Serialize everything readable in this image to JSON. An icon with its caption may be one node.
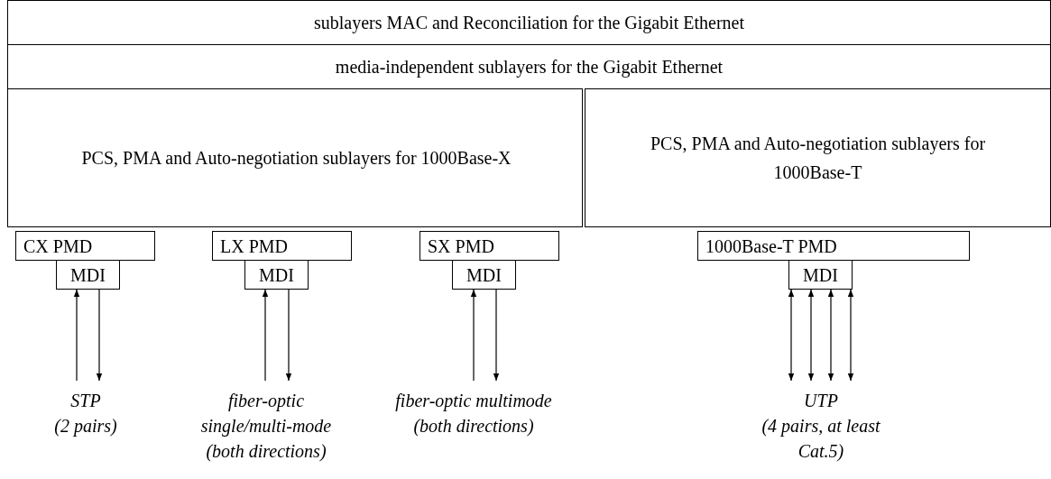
{
  "diagram": {
    "nodes": [
      {
        "text": [
          "sublayers MAC and Reconciliation for the Gigabit Ethernet"
        ]
      },
      {
        "text": [
          "media-independent sublayers for the Gigabit Ethernet"
        ]
      },
      {
        "text": [
          "PCS, PMA and Auto-negotiation sublayers for 1000Base-X"
        ]
      },
      {
        "text": [
          "PCS, PMA and Auto-negotiation sublayers for 1000Base-T"
        ]
      },
      {
        "text": [
          "CX PMD"
        ]
      },
      {
        "text": [
          "MDI"
        ]
      },
      {
        "text": [
          "LX PMD"
        ]
      },
      {
        "text": [
          "MDI"
        ]
      },
      {
        "text": [
          "SX PMD"
        ]
      },
      {
        "text": [
          "MDI"
        ]
      },
      {
        "text": [
          "1000Base-T PMD"
        ]
      },
      {
        "text": [
          "MDI"
        ]
      },
      {
        "text": [
          "STP",
          "(2 pairs)"
        ]
      },
      {
        "text": [
          "fiber-optic single/multi-mode",
          "(both directions)"
        ]
      },
      {
        "text": [
          "fiber-optic multimode",
          "(both directions)"
        ]
      },
      {
        "text": [
          "UTP",
          "(4 pairs, at least Cat.5)"
        ]
      }
    ],
    "edges": [
      {
        "from": 12,
        "to": 5,
        "arrow": "to"
      },
      {
        "from": 5,
        "to": 12,
        "arrow": "to"
      },
      {
        "from": 13,
        "to": 7,
        "arrow": "to"
      },
      {
        "from": 7,
        "to": 13,
        "arrow": "to"
      },
      {
        "from": 14,
        "to": 9,
        "arrow": "to"
      },
      {
        "from": 9,
        "to": 14,
        "arrow": "to"
      },
      {
        "from": 11,
        "to": 15,
        "arrow": "both"
      },
      {
        "from": 11,
        "to": 15,
        "arrow": "both"
      },
      {
        "from": 11,
        "to": 15,
        "arrow": "both"
      },
      {
        "from": 11,
        "to": 15,
        "arrow": "both"
      }
    ]
  }
}
